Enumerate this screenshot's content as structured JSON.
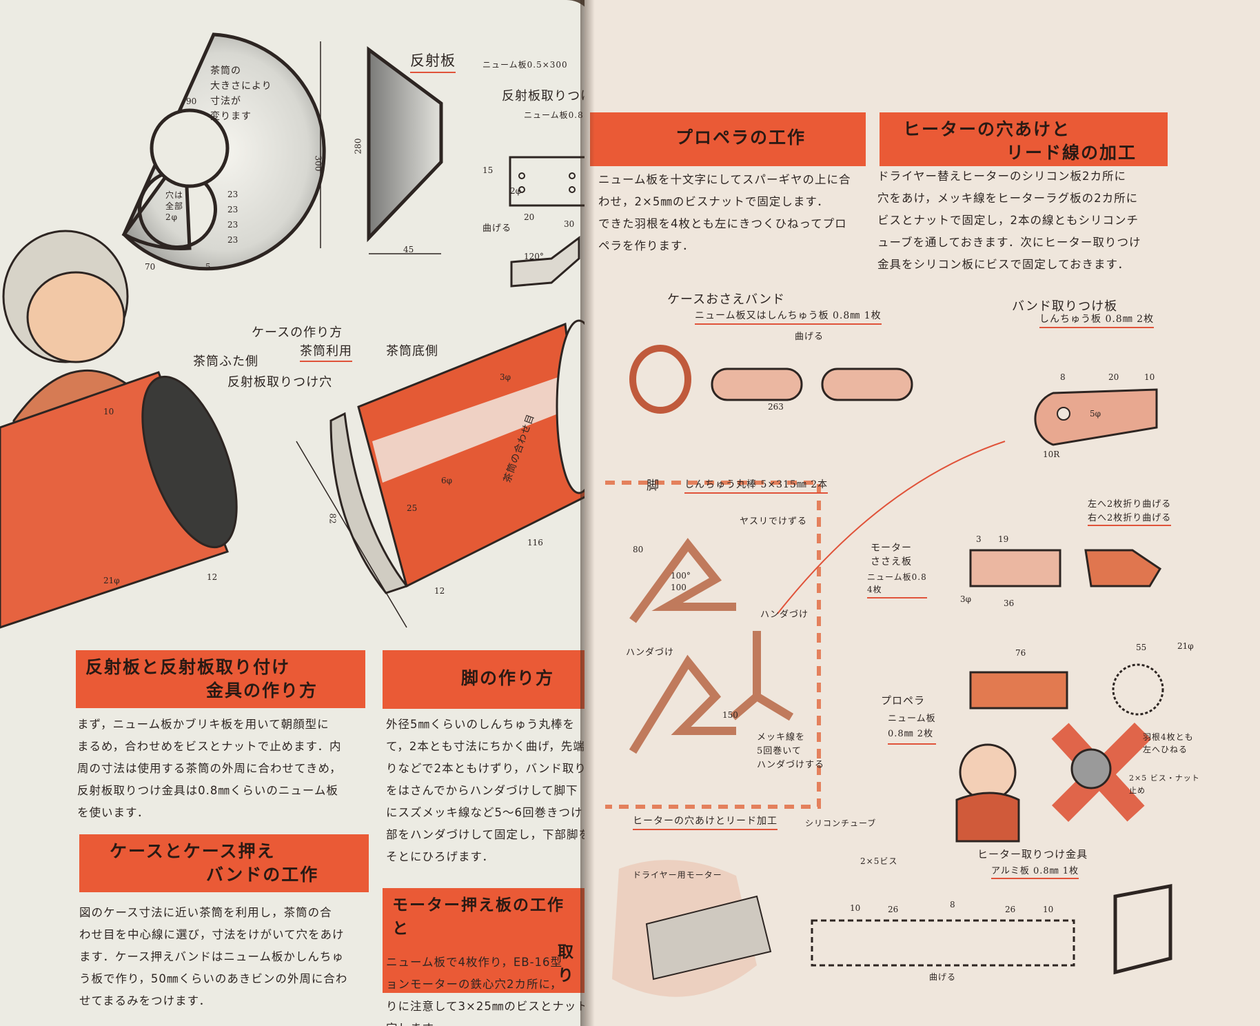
{
  "left_page": {
    "diagram_labels": {
      "hanshaban_title": "反射板",
      "hanshaban_material": "ニューム板0.5×300",
      "toritsuke_title": "反射板取りつけ金具",
      "toritsuke_material": "ニューム板0.8",
      "chazutsu_note": "茶筒の\n大きさにより\n寸法が\n変ります",
      "ana_note": "穴は\n全部\n2φ",
      "bend": "曲げる",
      "case_title": "ケースの作り方",
      "case_sub": "茶筒利用",
      "futa_side": "茶筒ふた側",
      "toritsuke_hole": "反射板取りつけ穴",
      "soko_side": "茶筒底側",
      "awase": "茶筒の合わせ目",
      "dims": [
        "90",
        "300",
        "280",
        "45",
        "70",
        "5",
        "23",
        "23",
        "23",
        "23",
        "2φ",
        "15",
        "120°",
        "20",
        "30",
        "10",
        "12",
        "3φ",
        "6φ",
        "25",
        "116",
        "12",
        "21φ",
        "82"
      ]
    },
    "sections": [
      {
        "heading_line1": "反射板と反射板取り付け",
        "heading_line2": "金具の作り方",
        "text": "まず，ニューム板かブリキ板を用いて朝顔型に\nまるめ，合わせめをビスとナットで止めます．内\n周の寸法は使用する茶筒の外周に合わせてきめ，\n反射板取りつけ金具は0.8㎜くらいのニューム板\nを使います．"
      },
      {
        "heading_line1": "ケースとケース押え",
        "heading_line2": "バンドの工作",
        "text": "図のケース寸法に近い茶筒を利用し，茶筒の合\nわせ目を中心線に選び，寸法をけがいて穴をあけ\nます．ケース押えバンドはニューム板かしんちゅ\nう板で作り，50㎜くらいのあきビンの外周に合わ\nせてまるみをつけます．"
      },
      {
        "heading_line1": "脚の作り方",
        "text": "外径5㎜くらいのしんちゅう丸棒を\nて，2本とも寸法にちかく曲げ，先端\nりなどで2本ともけずり，バンド取り\nをはさんでからハンダづけして脚下\nにスズメッキ線など5〜6回巻きつけ\n部をハンダづけして固定し，下部脚を\nそとにひろげます．"
      },
      {
        "heading_line1": "モーター押え板の工作と",
        "heading_line2": "取り",
        "text": "ニューム板で4枚作り，EB-16型\nョンモーターの鉄心穴2カ所に，\nりに注意して3×25㎜のビスとナット\n定します．"
      }
    ]
  },
  "right_page": {
    "sections": [
      {
        "heading_line1": "プロペラの工作",
        "text": "ニューム板を十文字にしてスパーギヤの上に合\nわせ，2×5㎜のビスナットで固定します．\nできた羽根を4枚とも左にきつくひねってプロ\nペラを作ります．"
      },
      {
        "heading_line1": "ヒーターの穴あけと",
        "heading_line2": "リード線の加工",
        "text": "ドライヤー替えヒーターのシリコン板2カ所に\n穴をあけ，メッキ線をヒーターラグ板の2カ所に\nビスとナットで固定し，2本の線ともシリコンチ\nューブを通しておきます．次にヒーター取りつけ\n金具をシリコン板にビスで固定しておきます．"
      }
    ],
    "diagram_labels": {
      "band_title": "ケースおさえバンド",
      "band_material": "ニューム板又はしんちゅう板 0.8㎜ 1枚",
      "band_bend": "曲げる",
      "band_len": "263",
      "band_toritsuke_title": "バンド取りつけ板",
      "band_toritsuke_material": "しんちゅう板 0.8㎜ 2枚",
      "ashi_title": "脚",
      "ashi_material": "しんちゅう丸棒 5×315㎜ 2本",
      "yasuri": "ヤスリでけずる",
      "handa1": "ハンダづけ",
      "handa2": "ハンダづけ",
      "mekki": "メッキ線を\n5回巻いて\nハンダづけする",
      "motor_title": "モーター\nささえ板",
      "motor_material": "ニューム板0.8\n4枚",
      "bend_left": "左へ2枚折り曲げる",
      "bend_right": "右へ2枚折り曲げる",
      "propeller_title": "プロペラ",
      "propeller_material": "ニューム板\n0.8㎜ 2枚",
      "hane": "羽根4枚とも\n左へひねる",
      "screw": "2×5 ビス・ナット\n止め",
      "heater_section": "ヒーターの穴あけとリード加工",
      "dryer_motor": "ドライヤー用モーター",
      "silicon_tube": "シリコンチューブ",
      "screw2": "2×5ビス",
      "heater_fitting_title": "ヒーター取りつけ金具",
      "heater_fitting_material": "アルミ板 0.8㎜ 1枚",
      "bend2": "曲げる",
      "dims": [
        "80",
        "100°",
        "100",
        "150",
        "8",
        "20",
        "10",
        "5φ",
        "10R",
        "3",
        "19",
        "36",
        "3φ",
        "76",
        "21φ",
        "55",
        "10",
        "26",
        "8",
        "26",
        "10"
      ]
    }
  },
  "colors": {
    "accent": "#ea5a36",
    "page": "#ecebe3",
    "ink": "#2d2522"
  }
}
